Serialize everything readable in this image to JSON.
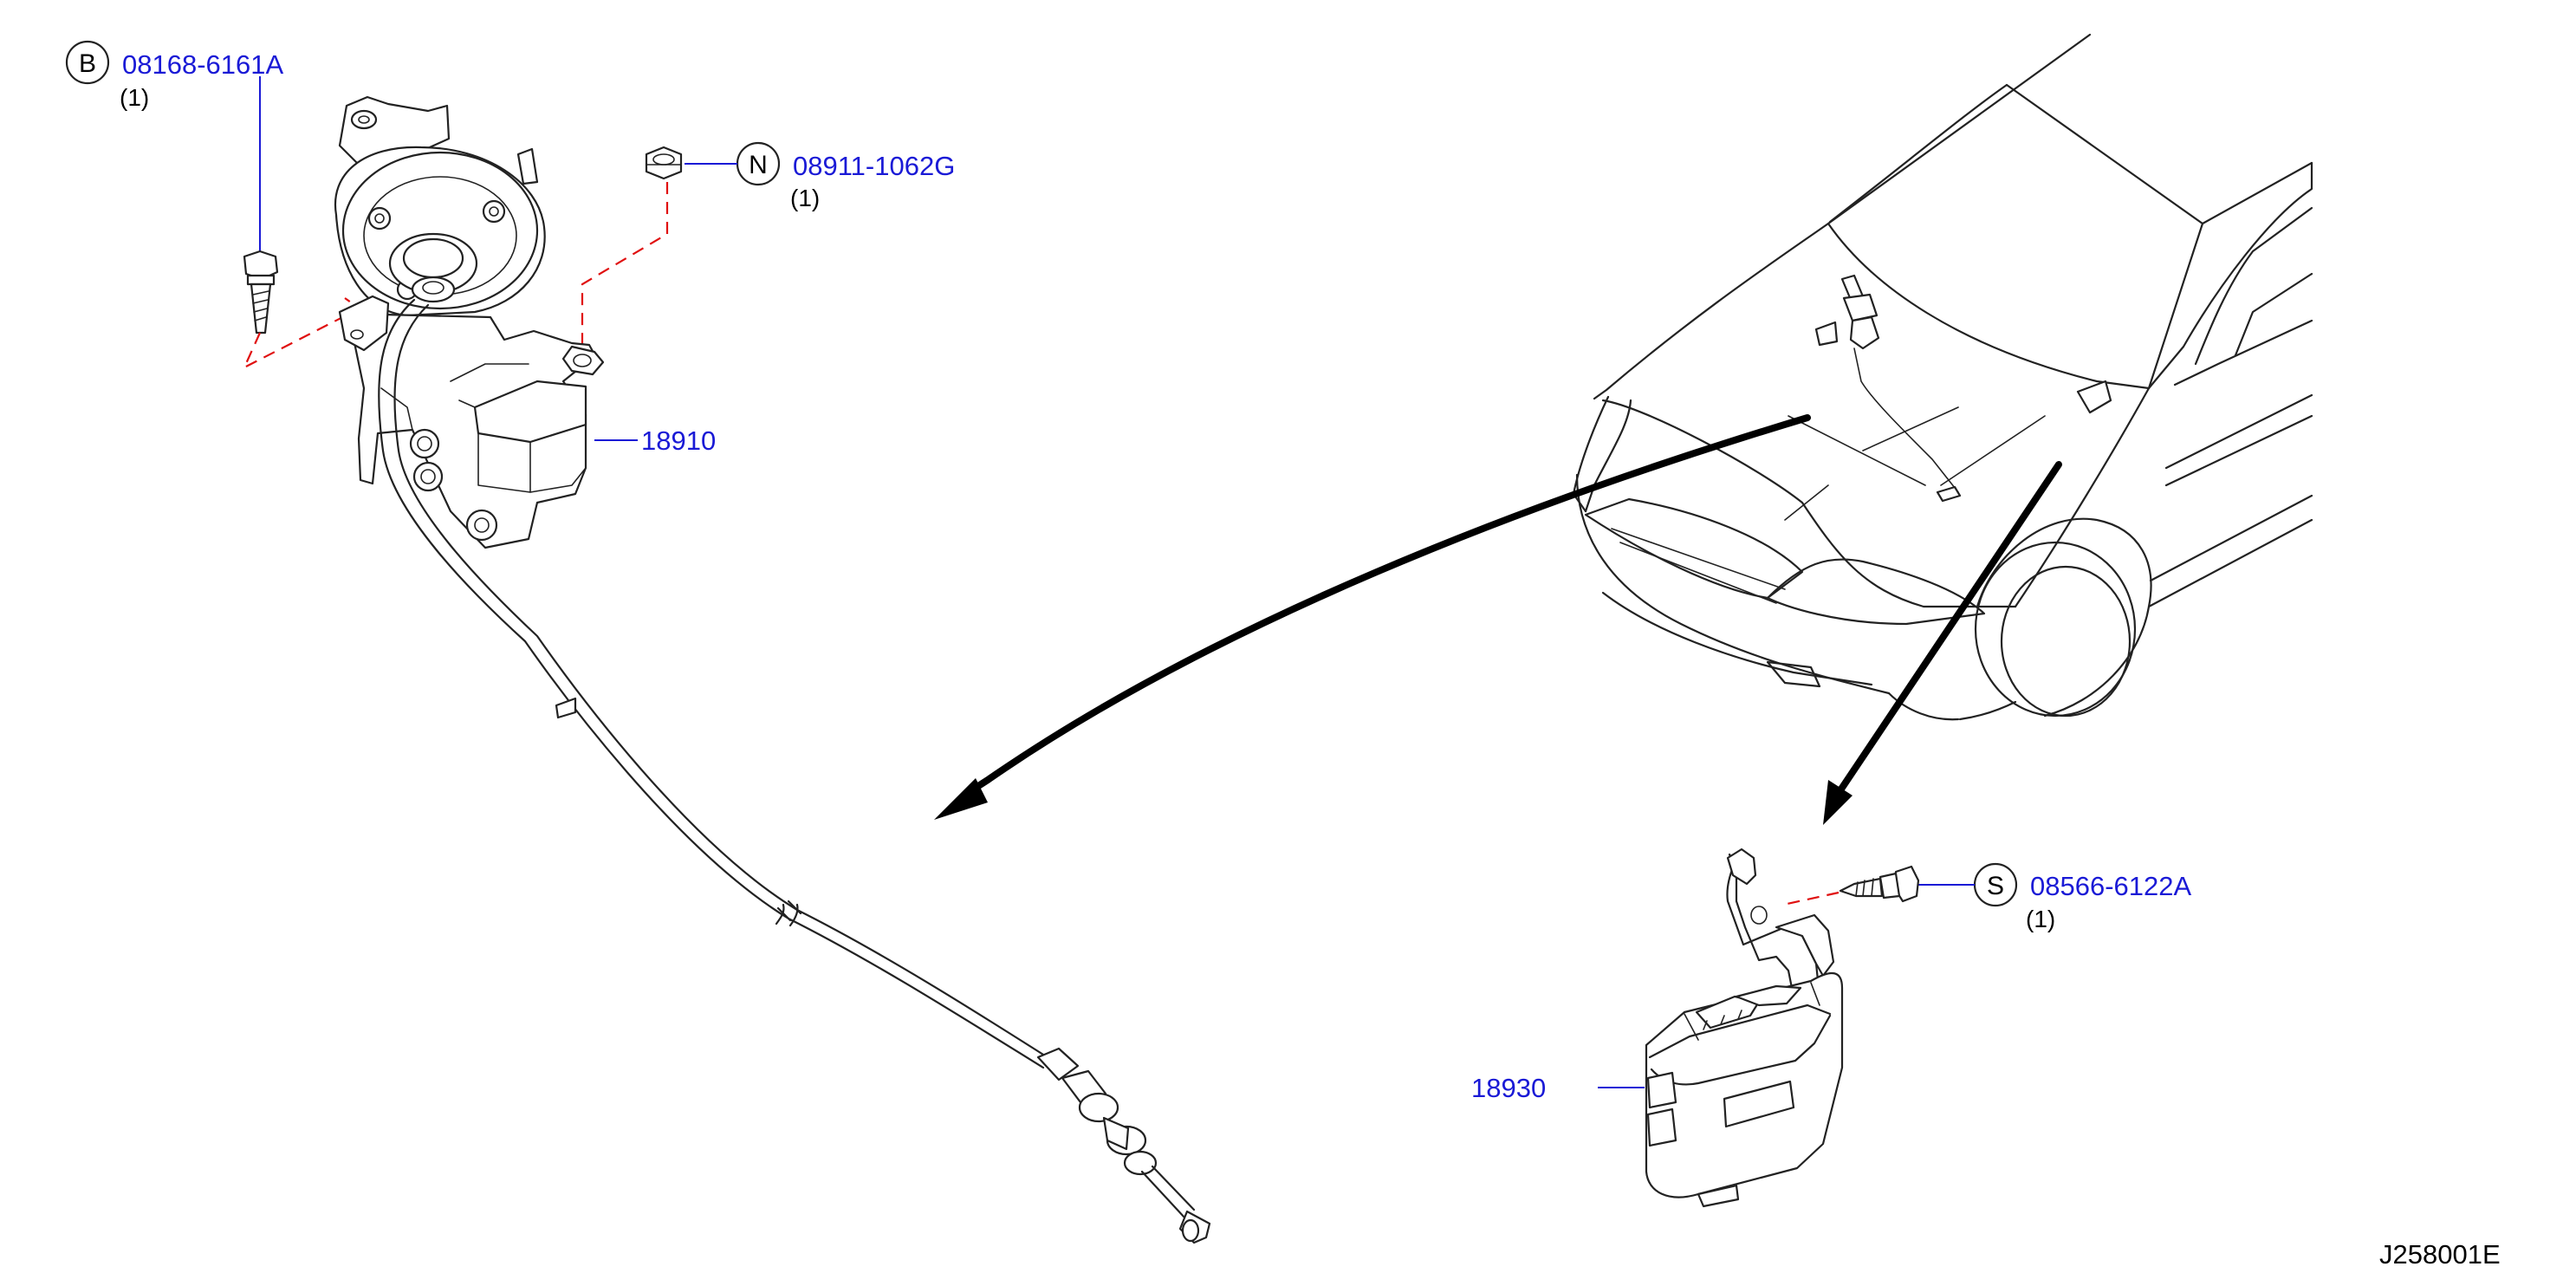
{
  "callouts": [
    {
      "letter": "B",
      "part_number": "08168-6161A",
      "quantity": "(1)"
    },
    {
      "letter": "N",
      "part_number": "08911-1062G",
      "quantity": "(1)"
    },
    {
      "letter": "S",
      "part_number": "08566-6122A",
      "quantity": "(1)"
    }
  ],
  "parts": {
    "actuator": "18910",
    "control_unit": "18930"
  },
  "reference_code": "J258001E",
  "colors": {
    "part_label": "#1a1ad6",
    "dashed_guide": "#e01010",
    "line_art": "#222222"
  },
  "icons": [
    "bolt-icon",
    "nut-icon",
    "screw-icon",
    "actuator-icon",
    "cable-icon",
    "control-unit-icon",
    "car-icon",
    "pointer-arrow-icon"
  ]
}
